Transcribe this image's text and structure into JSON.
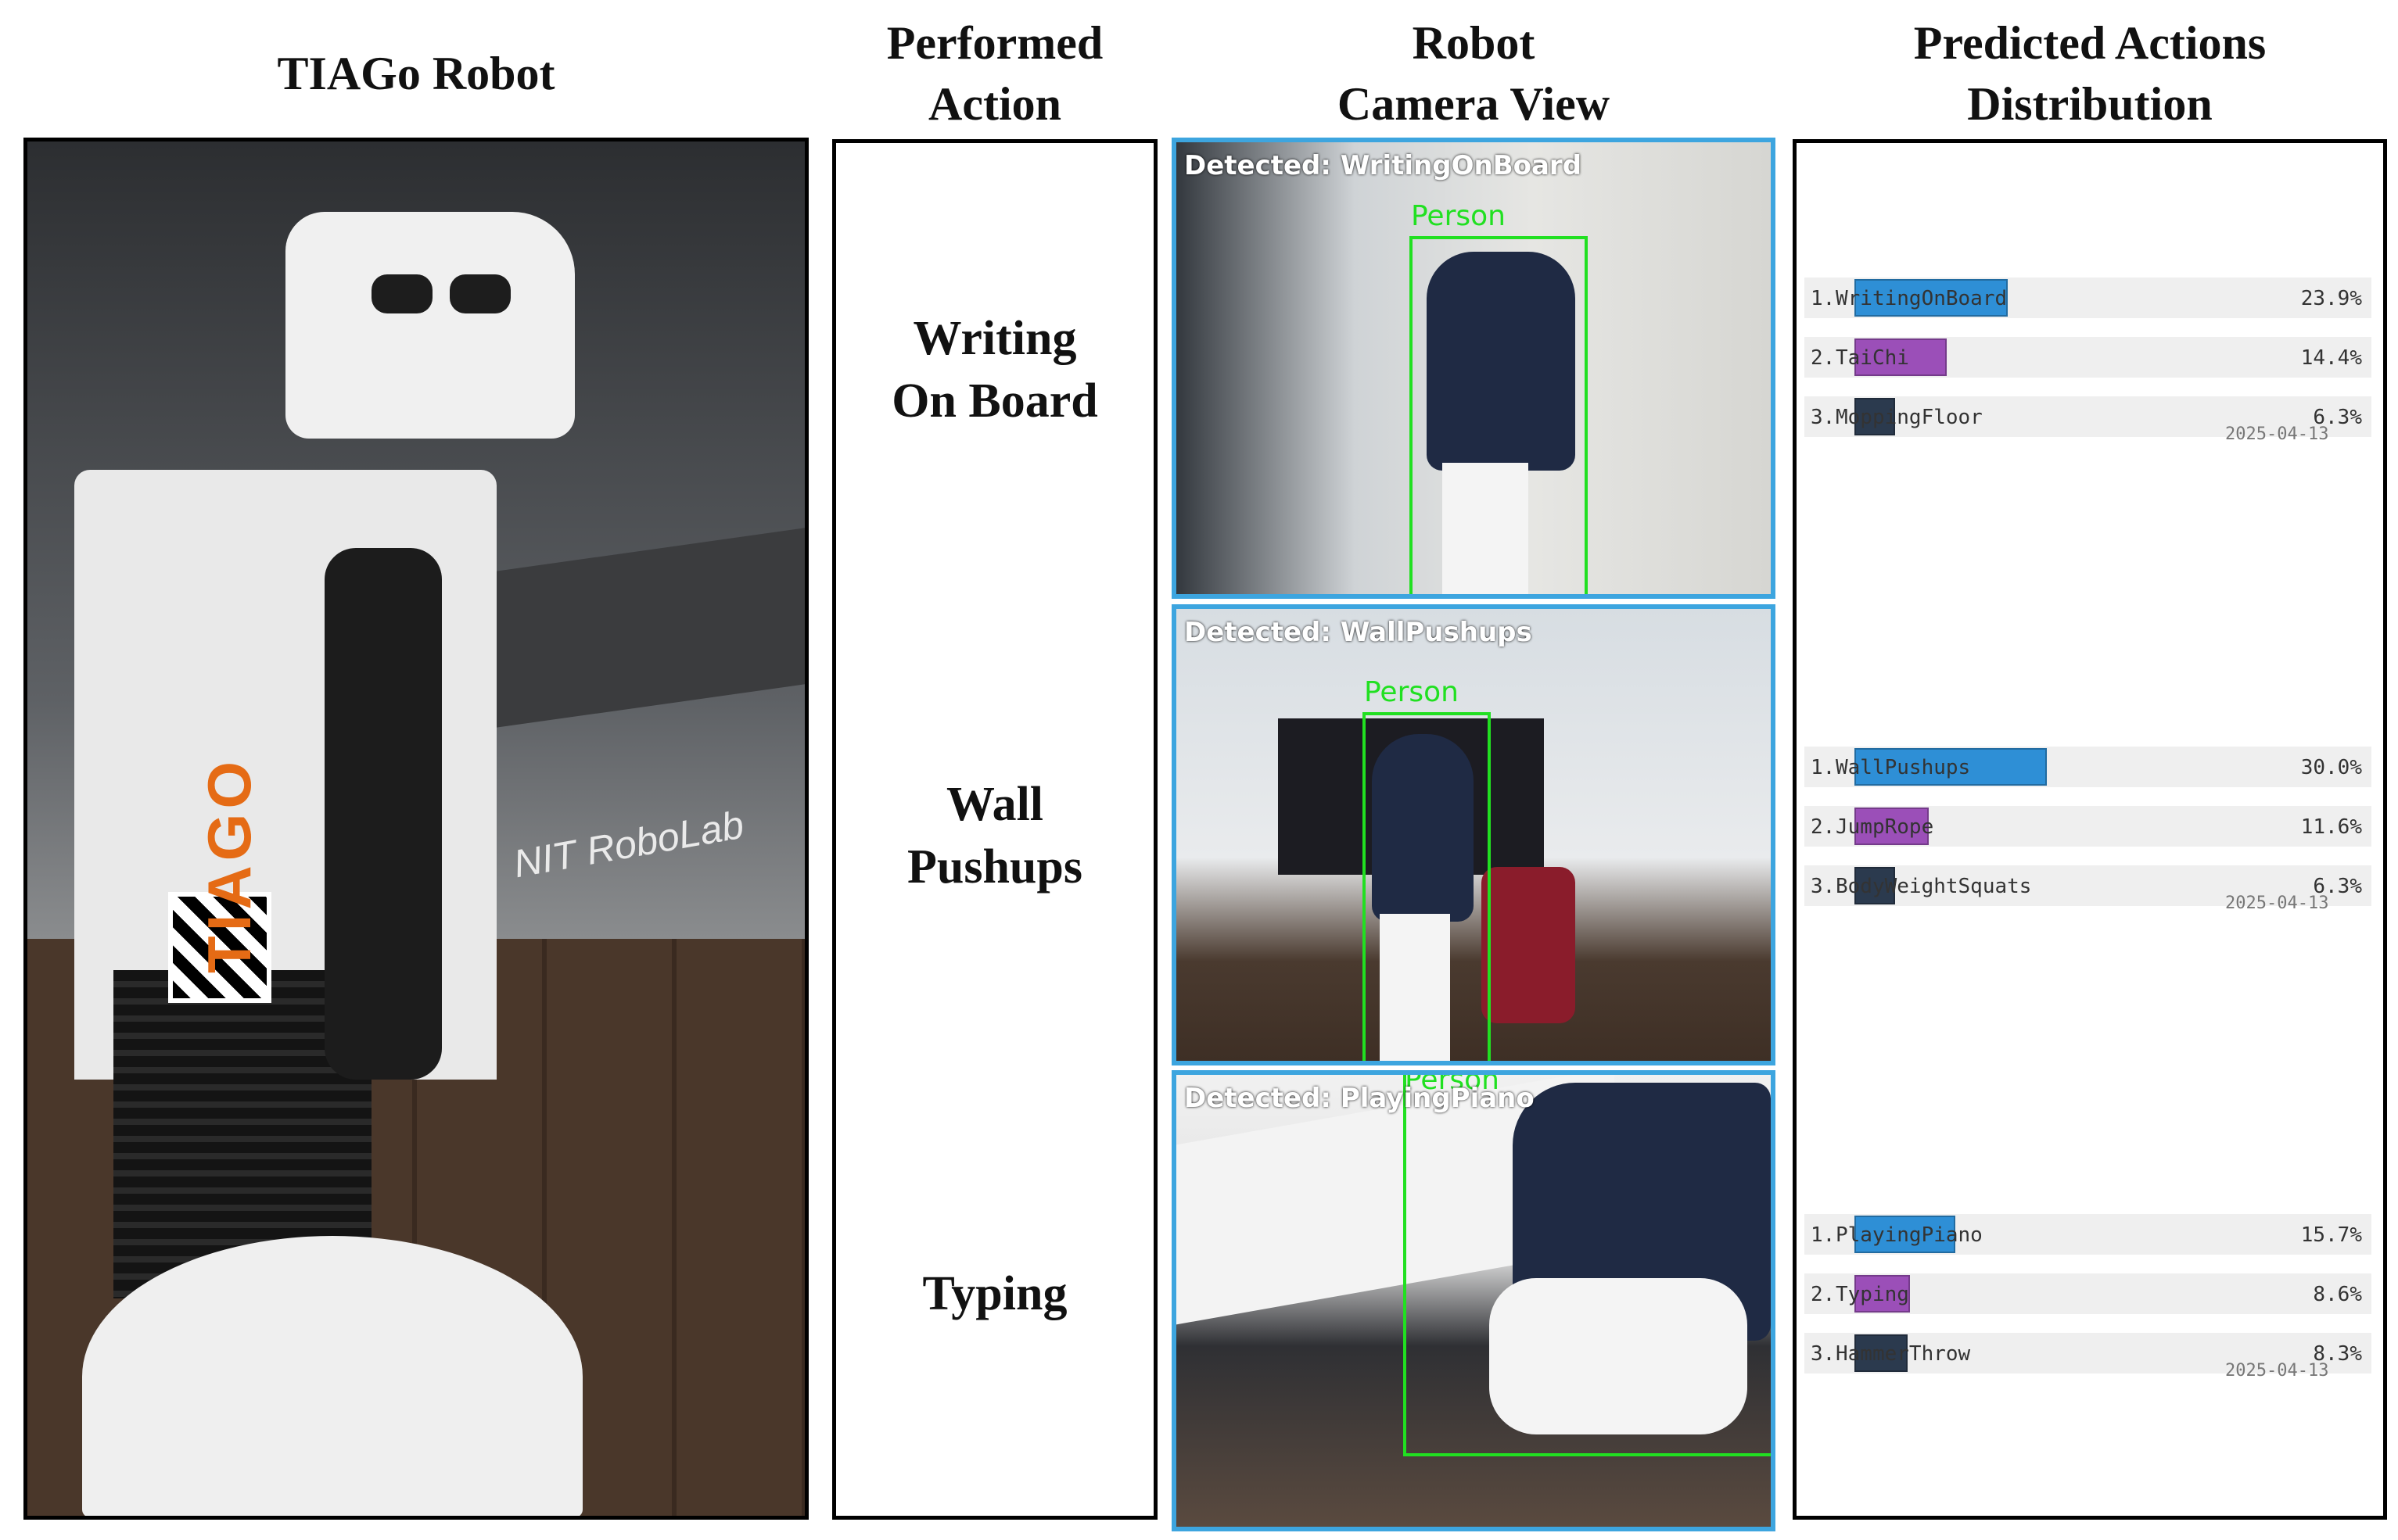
{
  "headers": {
    "robot": "TIAGo Robot",
    "action_line1": "Performed",
    "action_line2": "Action",
    "camera_line1": "Robot",
    "camera_line2": "Camera View",
    "dist_line1": "Predicted Actions",
    "dist_line2": "Distribution"
  },
  "robot_photo": {
    "logo_text": "TIAGO",
    "lab_text": "NIT RoboLab"
  },
  "performed_actions": [
    {
      "line1": "Writing",
      "line2": "On Board"
    },
    {
      "line1": "Wall",
      "line2": "Pushups"
    },
    {
      "line1": "Typing",
      "line2": ""
    }
  ],
  "camera_views": [
    {
      "detected": "Detected: WritingOnBoard",
      "box_label": "Person"
    },
    {
      "detected": "Detected: WallPushups",
      "box_label": "Person"
    },
    {
      "detected": "Detected: PlayingPiano",
      "box_label": "Person"
    }
  ],
  "predictions": [
    {
      "date": "2025-04-13",
      "items": [
        {
          "rank": "1.",
          "name": "WritingOnBoard",
          "pct": "23.9%",
          "value": 23.9,
          "color": "#2e8fd6"
        },
        {
          "rank": "2.",
          "name": "TaiChi",
          "pct": "14.4%",
          "value": 14.4,
          "color": "#9b4fb8"
        },
        {
          "rank": "3.",
          "name": "MoppingFloor",
          "pct": "6.3%",
          "value": 6.3,
          "color": "#2b3a4e"
        }
      ]
    },
    {
      "date": "2025-04-13",
      "items": [
        {
          "rank": "1.",
          "name": "WallPushups",
          "pct": "30.0%",
          "value": 30.0,
          "color": "#2e8fd6"
        },
        {
          "rank": "2.",
          "name": "JumpRope",
          "pct": "11.6%",
          "value": 11.6,
          "color": "#9b4fb8"
        },
        {
          "rank": "3.",
          "name": "BodyWeightSquats",
          "pct": "6.3%",
          "value": 6.3,
          "color": "#2b3a4e"
        }
      ]
    },
    {
      "date": "2025-04-13",
      "items": [
        {
          "rank": "1.",
          "name": "PlayingPiano",
          "pct": "15.7%",
          "value": 15.7,
          "color": "#2e8fd6"
        },
        {
          "rank": "2.",
          "name": "Typing",
          "pct": "8.6%",
          "value": 8.6,
          "color": "#9b4fb8"
        },
        {
          "rank": "3.",
          "name": "HammerThrow",
          "pct": "8.3%",
          "value": 8.3,
          "color": "#2b3a4e"
        }
      ]
    }
  ]
}
